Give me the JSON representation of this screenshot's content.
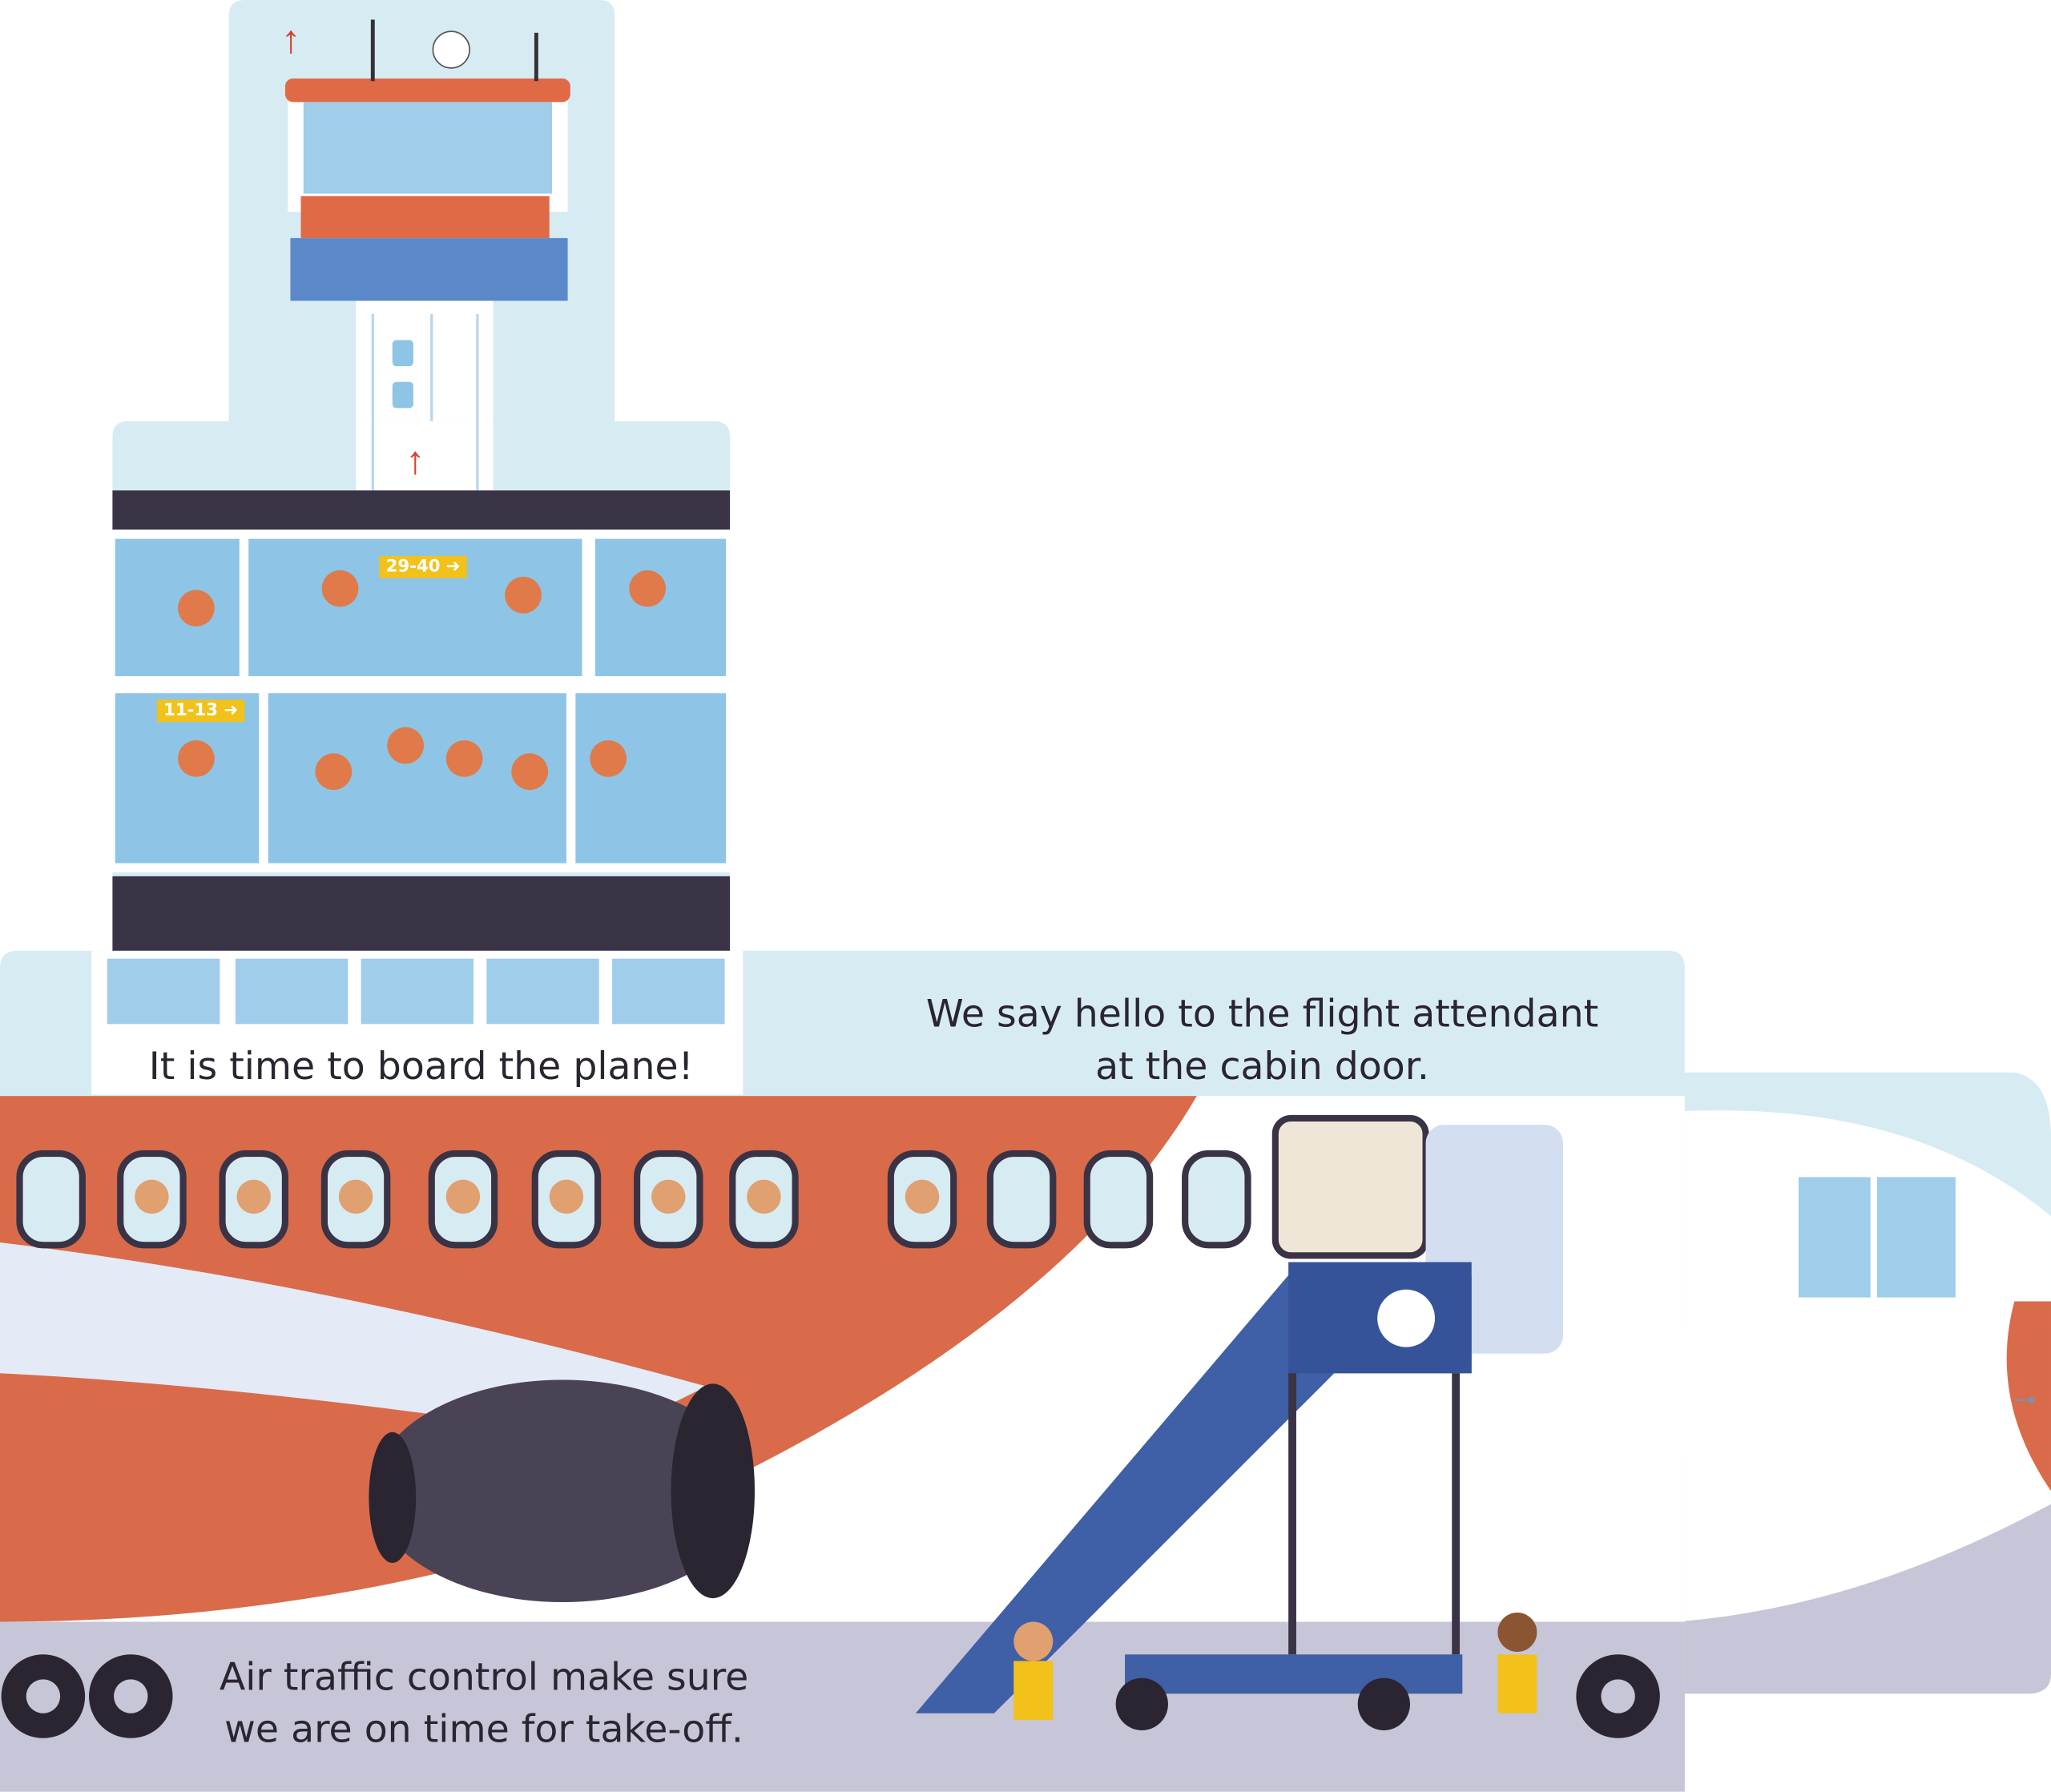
{
  "page": {
    "text_board": "It is time to board the plane!",
    "text_attendant_line1": "We say hello to the flight attendant",
    "text_attendant_line2": "at the cabin door.",
    "text_atc_line1": "Air traffic control make sure",
    "text_atc_line2": "we are on time for take-off."
  },
  "signs": {
    "gate_upper": "29-40 ➜",
    "gate_lower": "11-13 ➜"
  },
  "colors": {
    "sky": "#d7ebf3",
    "plane_orange": "#d96b4a",
    "stairs_blue": "#3f5fa6",
    "ground": "#c6c6d8",
    "dark_band": "#3a3346"
  }
}
